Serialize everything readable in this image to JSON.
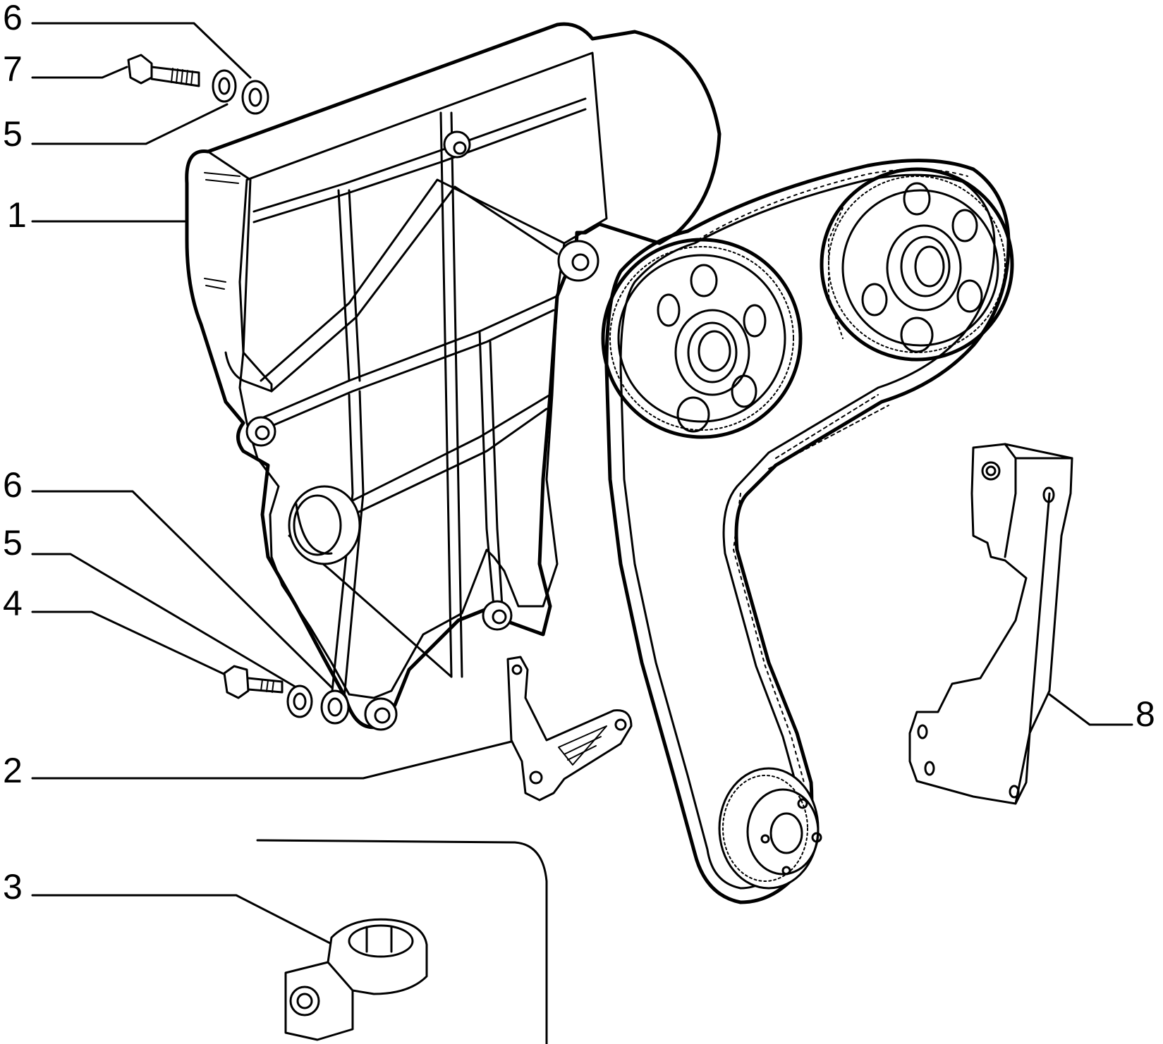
{
  "diagram": {
    "callouts": [
      {
        "id": "c6a",
        "number": "6"
      },
      {
        "id": "c7",
        "number": "7"
      },
      {
        "id": "c5a",
        "number": "5"
      },
      {
        "id": "c1",
        "number": "1"
      },
      {
        "id": "c6b",
        "number": "6"
      },
      {
        "id": "c5b",
        "number": "5"
      },
      {
        "id": "c4",
        "number": "4"
      },
      {
        "id": "c2",
        "number": "2"
      },
      {
        "id": "c3",
        "number": "3"
      },
      {
        "id": "c8",
        "number": "8"
      }
    ]
  }
}
